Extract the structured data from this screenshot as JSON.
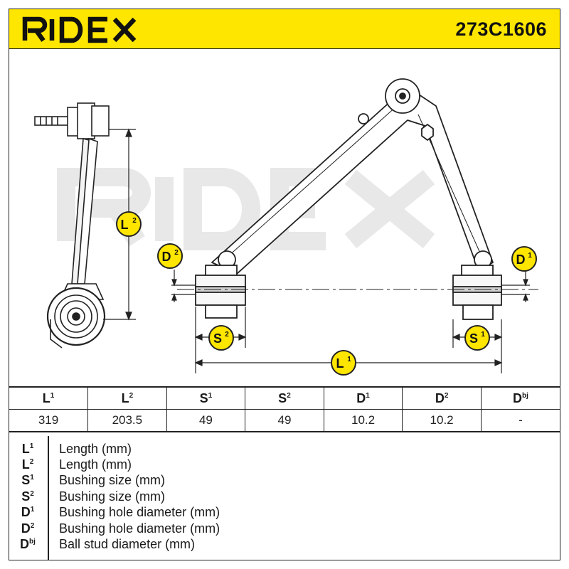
{
  "brand": "RIDEX",
  "part_number": "273C1606",
  "colors": {
    "accent": "#ffe600",
    "ink": "#222222",
    "watermark": "#e6e6e6"
  },
  "dimension_labels": {
    "L1": {
      "base": "L",
      "sup": "1"
    },
    "L2": {
      "base": "L",
      "sup": "2"
    },
    "S1": {
      "base": "S",
      "sup": "1"
    },
    "S2": {
      "base": "S",
      "sup": "2"
    },
    "D1": {
      "base": "D",
      "sup": "1"
    },
    "D2": {
      "base": "D",
      "sup": "2"
    }
  },
  "table": {
    "headers": [
      {
        "base": "L",
        "sup": "1"
      },
      {
        "base": "L",
        "sup": "2"
      },
      {
        "base": "S",
        "sup": "1"
      },
      {
        "base": "S",
        "sup": "2"
      },
      {
        "base": "D",
        "sup": "1"
      },
      {
        "base": "D",
        "sup": "2"
      },
      {
        "base": "D",
        "sup": "bj"
      }
    ],
    "values": [
      "319",
      "203.5",
      "49",
      "49",
      "10.2",
      "10.2",
      "-"
    ]
  },
  "legend": [
    {
      "base": "L",
      "sup": "1",
      "desc": "Length (mm)"
    },
    {
      "base": "L",
      "sup": "2",
      "desc": "Length (mm)"
    },
    {
      "base": "S",
      "sup": "1",
      "desc": "Bushing size (mm)"
    },
    {
      "base": "S",
      "sup": "2",
      "desc": "Bushing size (mm)"
    },
    {
      "base": "D",
      "sup": "1",
      "desc": "Bushing hole diameter (mm)"
    },
    {
      "base": "D",
      "sup": "2",
      "desc": "Bushing hole diameter (mm)"
    },
    {
      "base": "D",
      "sup": "bj",
      "desc": "Ball stud diameter (mm)"
    }
  ]
}
